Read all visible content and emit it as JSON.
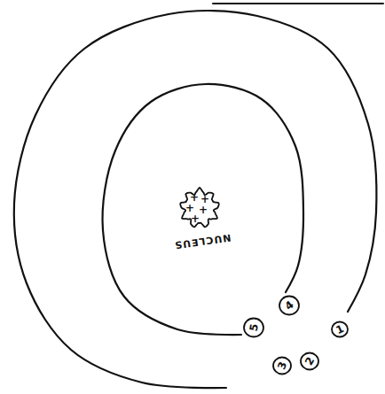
{
  "diagram": {
    "nodes": [
      {
        "text": [
          "+",
          "+",
          "+",
          "+",
          "+",
          "NUCLEUS"
        ]
      },
      {
        "text": [
          "1"
        ]
      },
      {
        "text": [
          "2"
        ]
      },
      {
        "text": [
          "3"
        ]
      },
      {
        "text": [
          "4"
        ]
      },
      {
        "text": [
          "5"
        ]
      }
    ]
  }
}
